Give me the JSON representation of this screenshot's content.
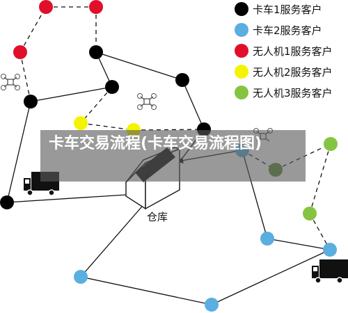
{
  "colors": {
    "truck1": "#000000",
    "truck2": "#5aaee0",
    "drone1": "#e0102a",
    "drone2": "#f4f400",
    "drone3": "#85c441",
    "drone3_served": "#5f8f38",
    "banner_bg": "#5a5a5a",
    "line": "#111111"
  },
  "legend": [
    {
      "label": "卡车1服务客户",
      "color_key": "truck1"
    },
    {
      "label": "卡车2服务客户",
      "color_key": "truck2"
    },
    {
      "label": "无人机1服务客户",
      "color_key": "drone1"
    },
    {
      "label": "无人机2服务客户",
      "color_key": "drone2"
    },
    {
      "label": "无人机3服务客户",
      "color_key": "drone3"
    }
  ],
  "warehouse": {
    "label": "仓库"
  },
  "banner": {
    "title": "卡车交易流程(卡车交易流程图)"
  },
  "icons": {
    "truck": "truck-icon",
    "drone": "drone-icon",
    "warehouse": "warehouse-icon"
  }
}
